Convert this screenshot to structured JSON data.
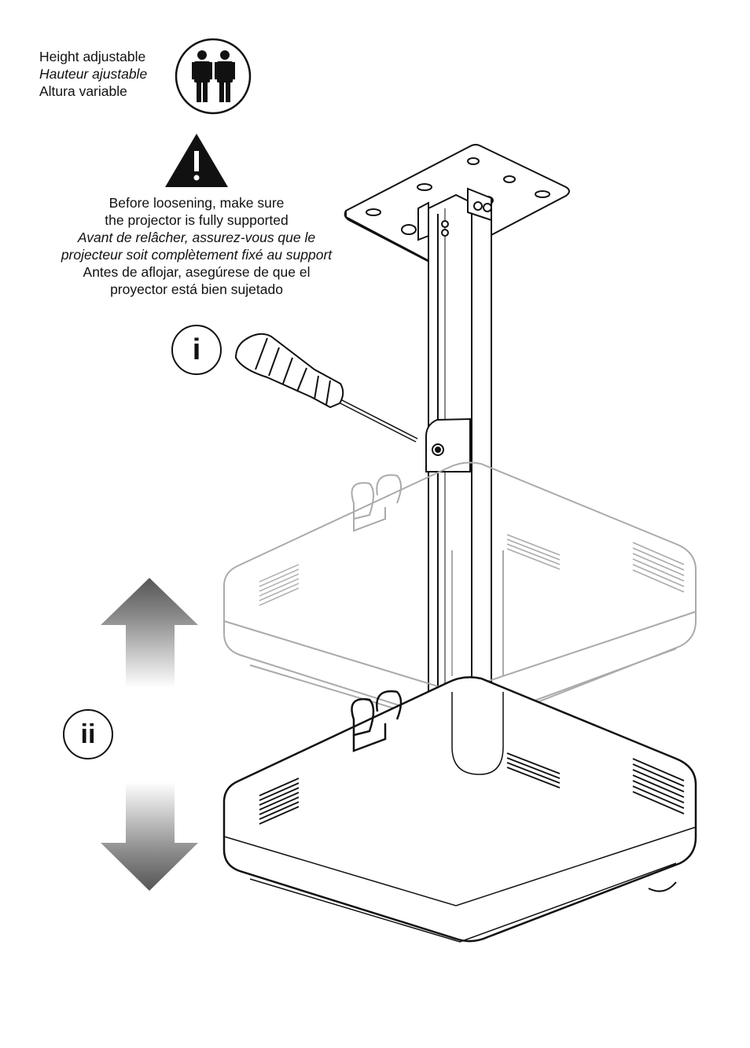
{
  "height_label": {
    "en": "Height adjustable",
    "fr": "Hauteur ajustable",
    "es": "Altura variable"
  },
  "warning": {
    "en_line1": "Before loosening, make sure",
    "en_line2": "the projector is fully supported",
    "fr_line1": "Avant de relâcher, assurez-vous que le",
    "fr_line2": "projecteur soit complètement fixé au support",
    "es_line1": "Antes de aflojar, asegúrese de que el",
    "es_line2": "proyector está bien sujetado",
    "symbol": "!"
  },
  "steps": {
    "step1": "i",
    "step2": "ii"
  },
  "icons": {
    "people": "two-persons-icon",
    "warning": "warning-triangle-icon",
    "tool": "screwdriver-icon",
    "up": "up-arrow-icon",
    "down": "down-arrow-icon"
  }
}
